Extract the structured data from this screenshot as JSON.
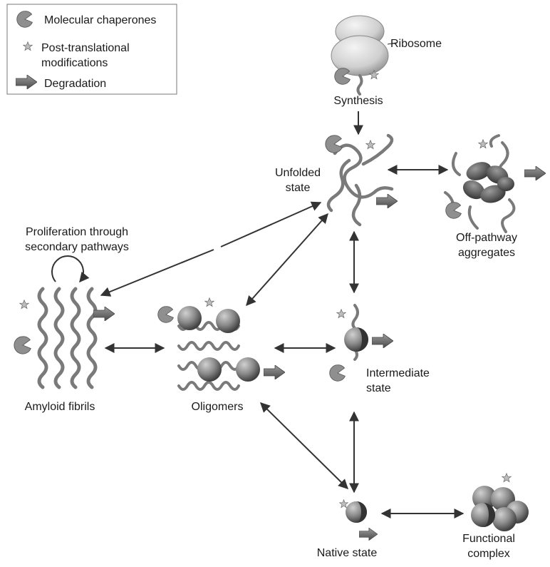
{
  "legend": {
    "chaperone_label": "Molecular chaperones",
    "ptm_label_line1": "Post-translational",
    "ptm_label_line2": "modifications",
    "degradation_label": "Degradation"
  },
  "nodes": {
    "ribosome": "Ribosome",
    "synthesis": "Synthesis",
    "unfolded_line1": "Unfolded",
    "unfolded_line2": "state",
    "offpathway_line1": "Off-pathway",
    "offpathway_line2": "aggregates",
    "proliferation_line1": "Proliferation through",
    "proliferation_line2": "secondary pathways",
    "amyloid": "Amyloid fibrils",
    "oligomers": "Oligomers",
    "intermediate_line1": "Intermediate",
    "intermediate_line2": "state",
    "native": "Native state",
    "functional_line1": "Functional",
    "functional_line2": "complex"
  },
  "colors": {
    "sphere": "#8a8a8a",
    "sphere_dark": "#555555",
    "chain": "#7a7a7a",
    "arrow": "#333333",
    "ribosome": "#d9d9d9"
  }
}
